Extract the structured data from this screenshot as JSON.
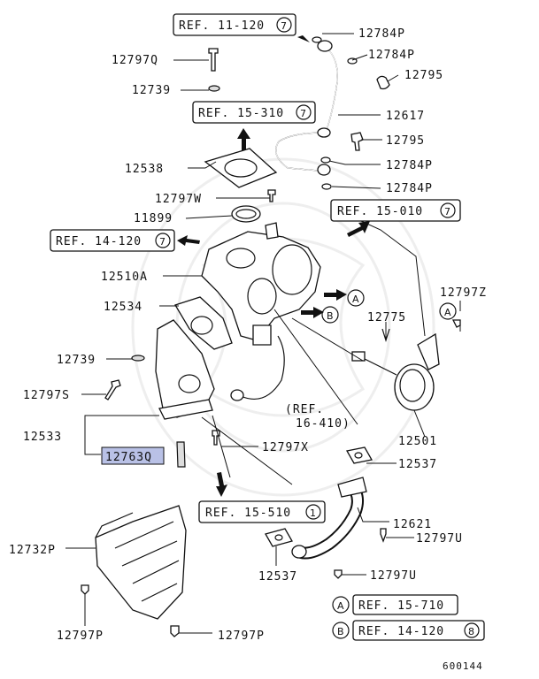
{
  "parts": {
    "p12784P_a": "12784P",
    "p12784P_b": "12784P",
    "p12795_a": "12795",
    "p12797Q": "12797Q",
    "p12739_a": "12739",
    "p12617": "12617",
    "p12795_b": "12795",
    "p12538": "12538",
    "p12784P_c": "12784P",
    "p12797W": "12797W",
    "p12784P_d": "12784P",
    "p11899": "11899",
    "p12510A": "12510A",
    "p12534": "12534",
    "p12797Z": "12797Z",
    "p12775": "12775",
    "p12739_b": "12739",
    "p12797S": "12797S",
    "p12501": "12501",
    "p12533": "12533",
    "p12763Q": "12763Q",
    "p12797X": "12797X",
    "p12537_a": "12537",
    "p12621": "12621",
    "p12797U_a": "12797U",
    "p12732P": "12732P",
    "p12537_b": "12537",
    "p12797U_b": "12797U",
    "p12797P_a": "12797P",
    "p12797P_b": "12797P"
  },
  "refs": {
    "ref_11_120": {
      "text": "REF. 11-120",
      "num": "7"
    },
    "ref_15_310": {
      "text": "REF. 15-310",
      "num": "7"
    },
    "ref_15_010": {
      "text": "REF. 15-010",
      "num": "7"
    },
    "ref_14_120": {
      "text": "REF. 14-120",
      "num": "7"
    },
    "ref_15_510": {
      "text": "REF. 15-510",
      "num": "1"
    },
    "ref_16_410_l1": "(REF.",
    "ref_16_410_l2": "16-410)"
  },
  "callouts": {
    "A": "A",
    "B": "B"
  },
  "legend": {
    "a_letter": "A",
    "a_ref": "REF. 15-710",
    "b_letter": "B",
    "b_ref": "REF. 14-120",
    "b_num": "8"
  },
  "diagram_id": "600144"
}
